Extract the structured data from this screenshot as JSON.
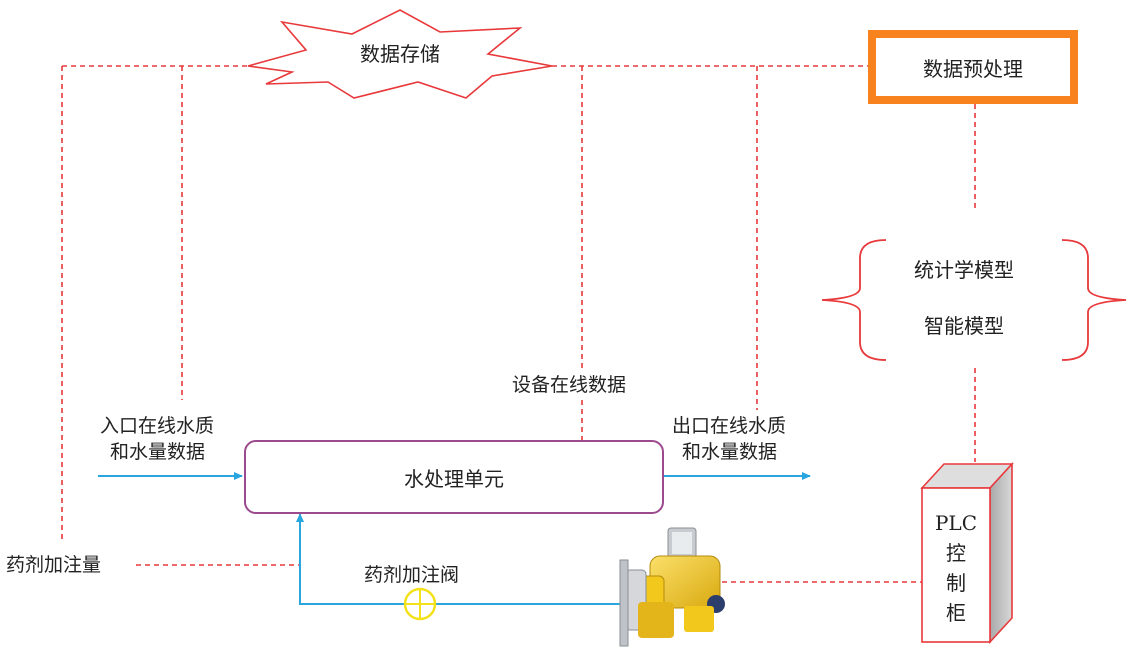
{
  "nodes": {
    "storage": "数据存储",
    "preprocess": "数据预处理",
    "models": [
      "统计学模型",
      "智能模型"
    ],
    "unit": "水处理单元",
    "plc": [
      "PLC",
      "控",
      "制",
      "柜"
    ]
  },
  "labels": {
    "inlet": [
      "入口在线水质",
      "和水量数据"
    ],
    "outlet": [
      "出口在线水质",
      "和水量数据"
    ],
    "equipment": "设备在线数据",
    "dosing_amount": "药剂加注量",
    "dosing_valve": "药剂加注阀"
  },
  "colors": {
    "dashed_line": "#e8393b",
    "flow_arrow": "#2aa6df",
    "orange_border": "#f7821e",
    "unit_border": "#9c4a8e",
    "valve": "#f5e11b",
    "pump_body": "#f2c81c"
  },
  "icons": [
    "star-burst-shape",
    "curly-brace-icon",
    "valve-icon",
    "dosing-pump-icon",
    "plc-cabinet-icon"
  ]
}
